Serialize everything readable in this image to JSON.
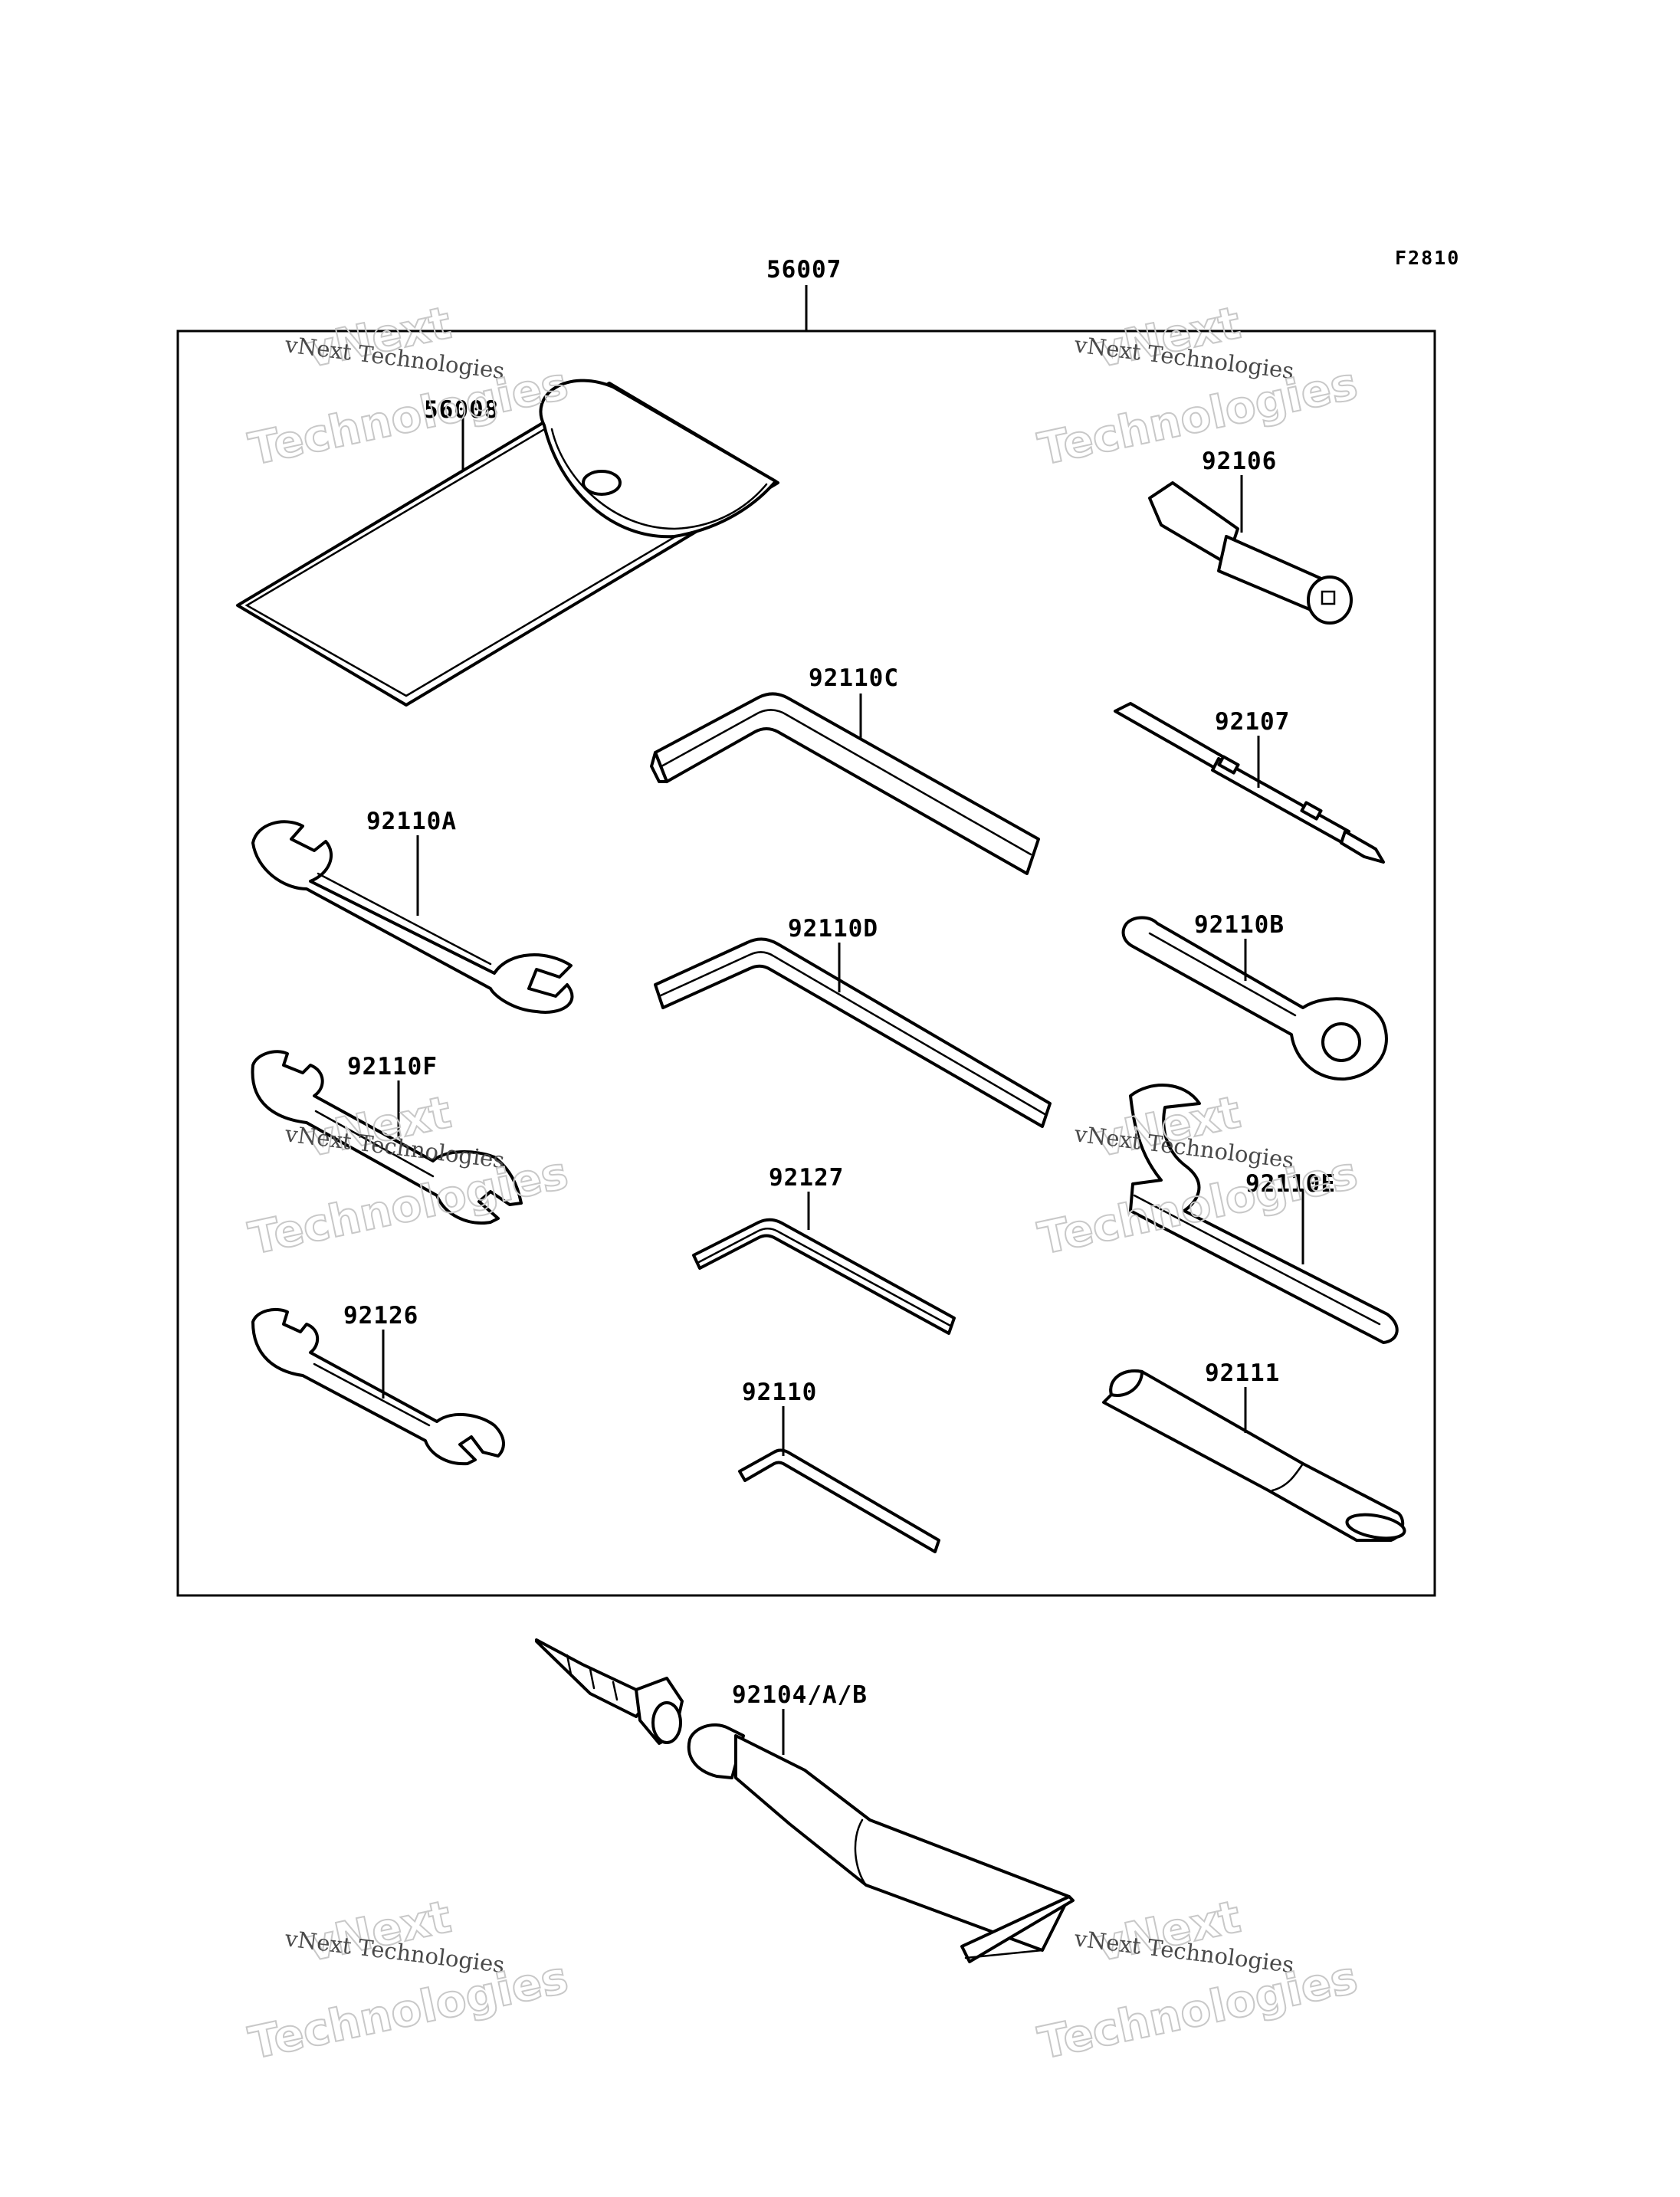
{
  "figure_code": "F2810",
  "parts": [
    {
      "id": "56007",
      "label": "56007"
    },
    {
      "id": "56008",
      "label": "56008"
    },
    {
      "id": "92106",
      "label": "92106"
    },
    {
      "id": "92110C",
      "label": "92110C"
    },
    {
      "id": "92107",
      "label": "92107"
    },
    {
      "id": "92110A",
      "label": "92110A"
    },
    {
      "id": "92110D",
      "label": "92110D"
    },
    {
      "id": "92110B",
      "label": "92110B"
    },
    {
      "id": "92110F",
      "label": "92110F"
    },
    {
      "id": "92127",
      "label": "92127"
    },
    {
      "id": "92110E",
      "label": "92110E"
    },
    {
      "id": "92126",
      "label": "92126"
    },
    {
      "id": "92110",
      "label": "92110"
    },
    {
      "id": "92111",
      "label": "92111"
    },
    {
      "id": "92104AB",
      "label": "92104/A/B"
    }
  ],
  "watermark": {
    "line_small": "vNext Technologies",
    "line_big_top": "vNext",
    "line_big_bottom": "Technologies"
  }
}
